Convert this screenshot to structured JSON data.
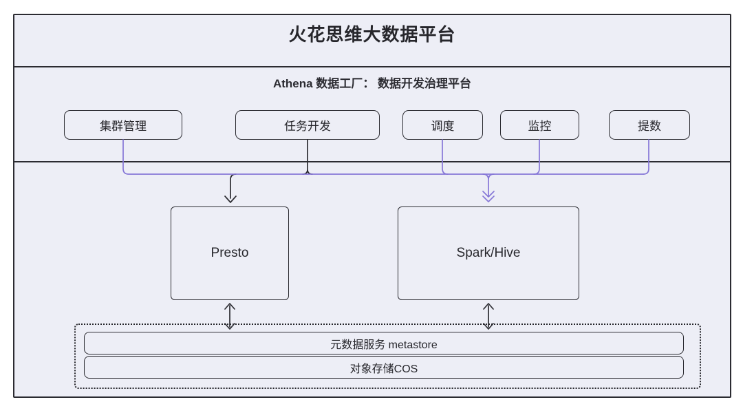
{
  "header": {
    "title": "火花思维大数据平台"
  },
  "athena": {
    "subtitle": "Athena 数据工厂： 数据开发治理平台",
    "modules": [
      {
        "label": "集群管理"
      },
      {
        "label": "任务开发"
      },
      {
        "label": "调度"
      },
      {
        "label": "监控"
      },
      {
        "label": "提数"
      }
    ]
  },
  "engines": [
    {
      "label": "Presto"
    },
    {
      "label": "Spark/Hive"
    }
  ],
  "storage": [
    {
      "label": "元数据服务 metastore"
    },
    {
      "label": "对象存储COS"
    }
  ],
  "icons": {
    "down_arrow": "single-chevron-down-arrow",
    "double_chevron_arrow": "double-chevron-down-arrow",
    "bidirectional_arrow": "double-headed-vertical-arrow"
  },
  "colors": {
    "panel_background": "#edeef6",
    "stroke": "#2b2b31",
    "accent_purple": "#8677d7",
    "page_background": "#ffffff"
  }
}
